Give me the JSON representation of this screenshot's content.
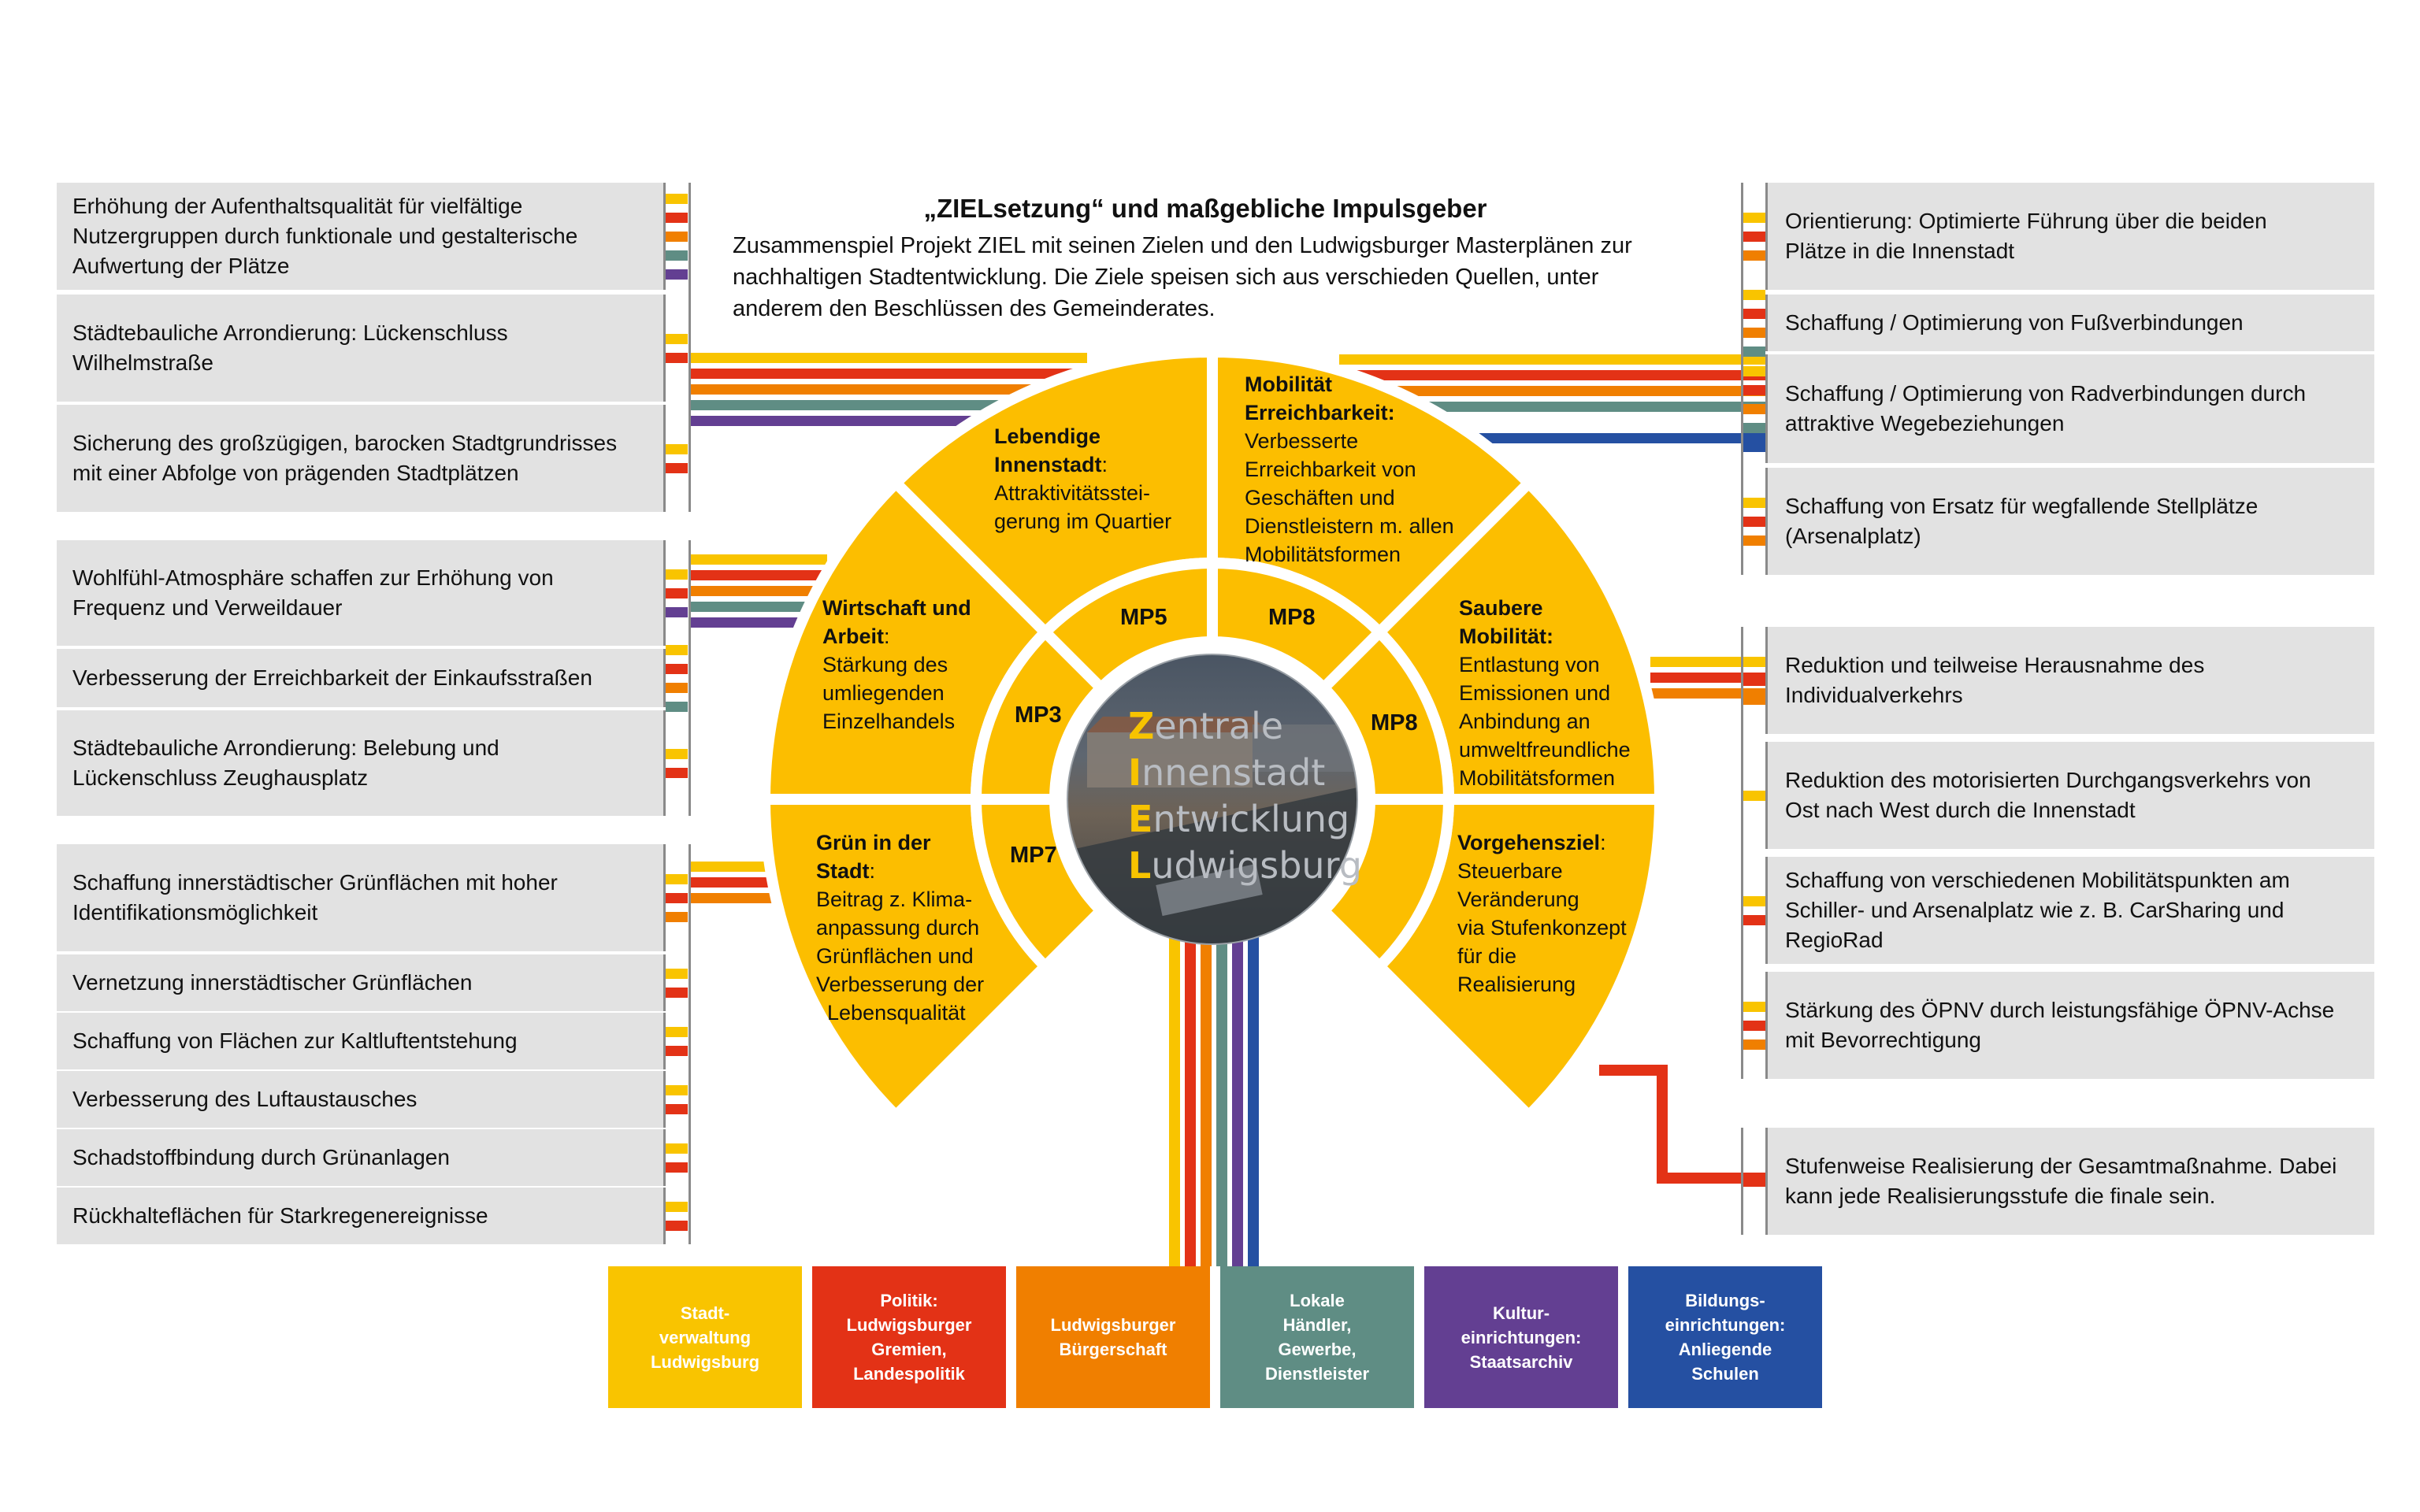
{
  "colors": {
    "stadtverwaltung": "#f9c400",
    "politik": "#e33216",
    "buergerschaft": "#f07f00",
    "haendler": "#5f8d84",
    "kultur": "#633f92",
    "bildung": "#2550a2",
    "wheel": "#fcbe00",
    "box": "#e2e2e2"
  },
  "header": {
    "title": "„ZIELsetzung“ und maßgebliche Impulsgeber",
    "lines": [
      "Zusammenspiel Projekt ZIEL mit seinen Zielen und den Ludwigsburger Masterplänen zur",
      "nachhaltigen Stadtentwicklung. Die Ziele speisen sich aus verschieden Quellen, unter",
      "anderem den Beschlüssen des Gemeinderates."
    ]
  },
  "left_boxes": [
    {
      "lines": [
        "Erhöhung der Aufenthaltsqualität für vielfältige",
        "Nutzergruppen durch funktionale und gestalterische",
        "Aufwertung der Plätze"
      ],
      "markers": [
        "stadtverwaltung",
        "politik",
        "buergerschaft",
        "haendler",
        "kultur"
      ]
    },
    {
      "lines": [
        "Städtebauliche Arrondierung: Lückenschluss",
        "Wilhelmstraße"
      ],
      "markers": [
        "stadtverwaltung",
        "politik"
      ]
    },
    {
      "lines": [
        "Sicherung des großzügigen, barocken Stadtgrundrisses",
        "mit einer Abfolge von prägenden Stadtplätzen"
      ],
      "markers": [
        "stadtverwaltung",
        "politik"
      ]
    },
    {
      "lines": [
        "Wohlfühl-Atmosphäre schaffen zur Erhöhung von",
        "Frequenz und Verweildauer"
      ],
      "markers": [
        "stadtverwaltung",
        "politik",
        "kultur"
      ]
    },
    {
      "lines": [
        "Verbesserung der Erreichbarkeit der Einkaufsstraßen"
      ],
      "markers": [
        "stadtverwaltung",
        "politik",
        "buergerschaft",
        "haendler"
      ]
    },
    {
      "lines": [
        "Städtebauliche Arrondierung: Belebung und",
        "Lückenschluss Zeughausplatz"
      ],
      "markers": [
        "stadtverwaltung",
        "politik"
      ]
    },
    {
      "lines": [
        "Schaffung innerstädtischer Grünflächen mit hoher",
        "Identifikationsmöglichkeit"
      ],
      "markers": [
        "stadtverwaltung",
        "politik",
        "buergerschaft"
      ]
    },
    {
      "lines": [
        "Vernetzung innerstädtischer Grünflächen"
      ],
      "markers": [
        "stadtverwaltung",
        "politik"
      ]
    },
    {
      "lines": [
        "Schaffung von Flächen zur Kaltluftentstehung"
      ],
      "markers": [
        "stadtverwaltung",
        "politik"
      ]
    },
    {
      "lines": [
        "Verbesserung des Luftaustausches"
      ],
      "markers": [
        "stadtverwaltung",
        "politik"
      ]
    },
    {
      "lines": [
        "Schadstoffbindung durch Grünanlagen"
      ],
      "markers": [
        "stadtverwaltung",
        "politik"
      ]
    },
    {
      "lines": [
        "Rückhalteflächen für Starkregenereignisse"
      ],
      "markers": [
        "stadtverwaltung",
        "politik"
      ]
    }
  ],
  "right_boxes": [
    {
      "lines": [
        "Orientierung: Optimierte Führung über die beiden",
        "Plätze in die Innenstadt"
      ],
      "markers": [
        "stadtverwaltung",
        "politik",
        "buergerschaft"
      ]
    },
    {
      "lines": [
        "Schaffung / Optimierung von Fußverbindungen"
      ],
      "markers": [
        "stadtverwaltung",
        "politik",
        "buergerschaft",
        "haendler"
      ]
    },
    {
      "lines": [
        "Schaffung / Optimierung von Radverbindungen durch",
        "attraktive Wegebeziehungen"
      ],
      "markers": [
        "stadtverwaltung",
        "politik",
        "buergerschaft",
        "haendler",
        "bildung"
      ]
    },
    {
      "lines": [
        "Schaffung von Ersatz für wegfallende Stellplätze",
        "(Arsenalplatz)"
      ],
      "markers": [
        "stadtverwaltung",
        "politik",
        "buergerschaft"
      ]
    },
    {
      "lines": [
        "Reduktion und teilweise Herausnahme des",
        "Individualverkehrs"
      ],
      "markers": [
        "stadtverwaltung",
        "politik",
        "buergerschaft"
      ]
    },
    {
      "lines": [
        "Reduktion des motorisierten Durchgangsverkehrs von",
        "Ost nach West durch die Innenstadt"
      ],
      "markers": [
        "stadtverwaltung"
      ]
    },
    {
      "lines": [
        "Schaffung von verschiedenen  Mobilitätspunkten am",
        "Schiller- und Arsenalplatz wie z. B. CarSharing und",
        "RegioRad"
      ],
      "markers": [
        "stadtverwaltung",
        "politik"
      ]
    },
    {
      "lines": [
        "Stärkung des ÖPNV durch leistungsfähige ÖPNV-Achse",
        "mit Bevorrechtigung"
      ],
      "markers": [
        "stadtverwaltung",
        "politik",
        "buergerschaft"
      ]
    },
    {
      "lines": [
        "Stufenweise Realisierung der Gesamtmaßnahme. Dabei",
        "kann jede Realisierungsstufe die finale sein."
      ],
      "markers": [
        "politik"
      ]
    }
  ],
  "wheel": {
    "segments": [
      {
        "id": "lebendige",
        "title": "Lebendige Innenstadt",
        "lines_bold": [
          "Lebendige",
          "Innenstadt"
        ],
        "lines": [
          "Attraktivitätsstei-",
          "gerung im Quartier"
        ],
        "mp": "MP5"
      },
      {
        "id": "mobilitaet",
        "lines_bold": [
          "Mobilität",
          "Erreichbarkeit:"
        ],
        "lines": [
          "Verbesserte",
          "Erreichbarkeit von",
          "Geschäften und",
          "Dienstleistern m. allen",
          "Mobilitätsformen"
        ],
        "mp": "MP8"
      },
      {
        "id": "wirtschaft",
        "lines_bold": [
          "Wirtschaft und",
          "Arbeit"
        ],
        "lines": [
          "Stärkung des",
          "umliegenden",
          "Einzelhandels"
        ],
        "mp": "MP3"
      },
      {
        "id": "saubere",
        "lines_bold": [
          "Saubere",
          "Mobilität:"
        ],
        "lines": [
          "Entlastung von",
          "Emissionen und",
          "Anbindung an",
          "umweltfreundliche",
          "Mobilitätsformen"
        ],
        "mp": "MP8"
      },
      {
        "id": "gruen",
        "lines_bold": [
          "Grün in der",
          "Stadt"
        ],
        "lines": [
          "Beitrag z. Klima-",
          "anpassung durch",
          "Grünflächen und",
          "Verbesserung der",
          "Lebensqualität"
        ],
        "mp": "MP7"
      },
      {
        "id": "vorgehen",
        "lines_bold": [
          "Vorgehensziel"
        ],
        "lines": [
          "Steuerbare",
          "Veränderung",
          "via Stufenkonzept",
          "für die",
          "Realisierung"
        ],
        "mp": ""
      }
    ],
    "center": [
      {
        "initial": "Z",
        "rest": "entrale"
      },
      {
        "initial": "I",
        "rest": "nnenstadt"
      },
      {
        "initial": "E",
        "rest": "ntwicklung"
      },
      {
        "initial": "L",
        "rest": "udwigsburg"
      }
    ]
  },
  "stakeholders": [
    {
      "key": "stadtverwaltung",
      "lines": [
        "Stadt-",
        "verwaltung",
        "Ludwigsburg"
      ]
    },
    {
      "key": "politik",
      "lines": [
        "Politik:",
        "Ludwigsburger",
        "Gremien,",
        "Landespolitik"
      ]
    },
    {
      "key": "buergerschaft",
      "lines": [
        "Ludwigsburger",
        "Bürgerschaft"
      ]
    },
    {
      "key": "haendler",
      "lines": [
        "Lokale",
        "Händler,",
        "Gewerbe,",
        "Dienstleister"
      ]
    },
    {
      "key": "kultur",
      "lines": [
        "Kultur-",
        "einrichtungen:",
        "Staatsarchiv"
      ]
    },
    {
      "key": "bildung",
      "lines": [
        "Bildungs-",
        "einrichtungen:",
        "Anliegende",
        "Schulen"
      ]
    }
  ]
}
